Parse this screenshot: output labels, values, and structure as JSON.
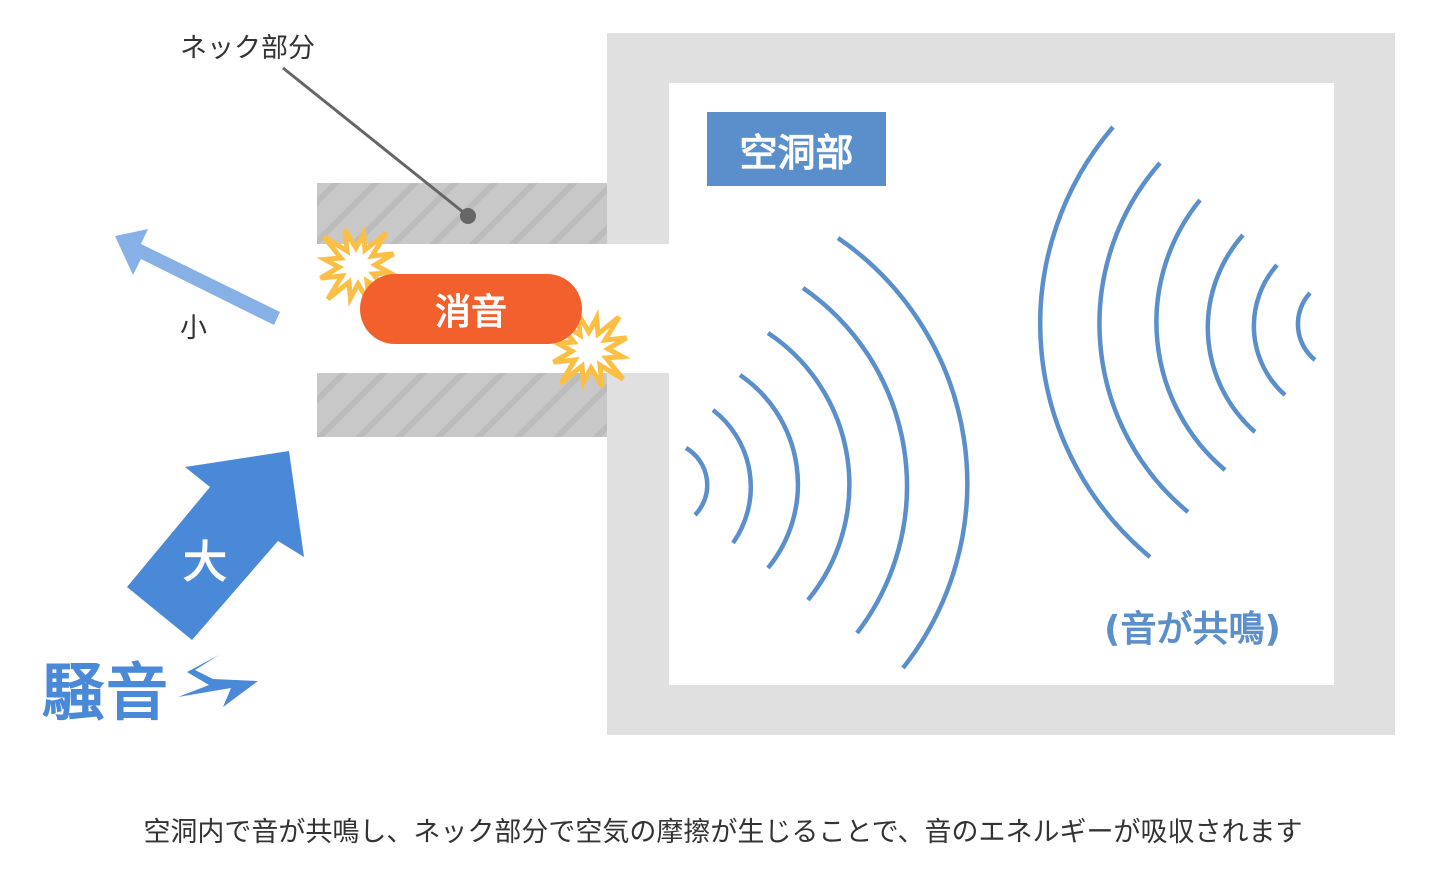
{
  "labels": {
    "neck": "ネック部分",
    "cavity": "空洞部",
    "mute": "消音",
    "small": "小",
    "big": "大",
    "noise": "騒音",
    "resonance": "(音が共鳴)"
  },
  "caption": "空洞内で音が共鳴し、ネック部分で空気の摩擦が生じることで、音のエネルギーが吸収されます",
  "colors": {
    "cavity_wall": "#e0e0e0",
    "neck": "#c8c8c8",
    "wave": "#5b8fcc",
    "noise_arrow": "#4a89d8",
    "small_arrow": "#86b0e6",
    "mute": "#f2612d",
    "spark": "#fbbf45"
  }
}
